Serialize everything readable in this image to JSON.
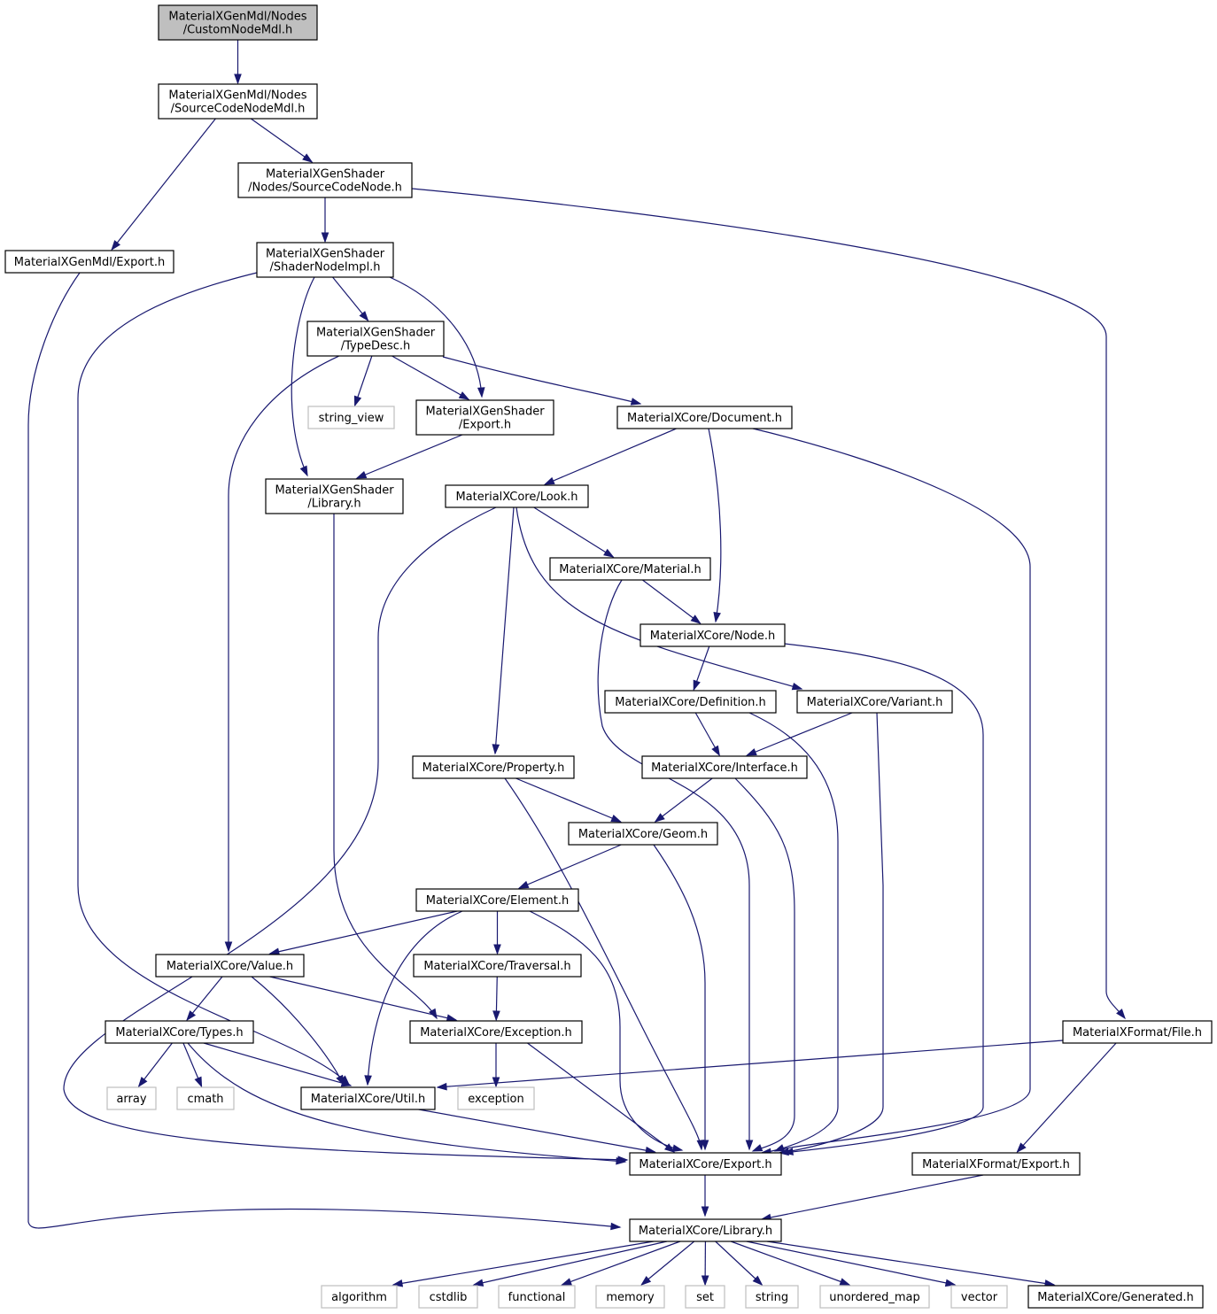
{
  "nodes": [
    {
      "id": "custom",
      "lines": [
        "MaterialXGenMdl/Nodes",
        "/CustomNodeMdl.h"
      ],
      "kind": "root"
    },
    {
      "id": "sourcemdl",
      "lines": [
        "MaterialXGenMdl/Nodes",
        "/SourceCodeNodeMdl.h"
      ],
      "kind": "local"
    },
    {
      "id": "sourcenode",
      "lines": [
        "MaterialXGenShader",
        "/Nodes/SourceCodeNode.h"
      ],
      "kind": "local"
    },
    {
      "id": "mdlexport",
      "lines": [
        "MaterialXGenMdl/Export.h"
      ],
      "kind": "local"
    },
    {
      "id": "shaderimpl",
      "lines": [
        "MaterialXGenShader",
        "/ShaderNodeImpl.h"
      ],
      "kind": "local"
    },
    {
      "id": "typedesc",
      "lines": [
        "MaterialXGenShader",
        "/TypeDesc.h"
      ],
      "kind": "local"
    },
    {
      "id": "string_view",
      "lines": [
        "string_view"
      ],
      "kind": "system"
    },
    {
      "id": "shexport",
      "lines": [
        "MaterialXGenShader",
        "/Export.h"
      ],
      "kind": "local"
    },
    {
      "id": "document",
      "lines": [
        "MaterialXCore/Document.h"
      ],
      "kind": "local"
    },
    {
      "id": "shlibrary",
      "lines": [
        "MaterialXGenShader",
        "/Library.h"
      ],
      "kind": "local"
    },
    {
      "id": "look",
      "lines": [
        "MaterialXCore/Look.h"
      ],
      "kind": "local"
    },
    {
      "id": "material",
      "lines": [
        "MaterialXCore/Material.h"
      ],
      "kind": "local"
    },
    {
      "id": "node",
      "lines": [
        "MaterialXCore/Node.h"
      ],
      "kind": "local"
    },
    {
      "id": "definition",
      "lines": [
        "MaterialXCore/Definition.h"
      ],
      "kind": "local"
    },
    {
      "id": "variant",
      "lines": [
        "MaterialXCore/Variant.h"
      ],
      "kind": "local"
    },
    {
      "id": "property",
      "lines": [
        "MaterialXCore/Property.h"
      ],
      "kind": "local"
    },
    {
      "id": "interface",
      "lines": [
        "MaterialXCore/Interface.h"
      ],
      "kind": "local"
    },
    {
      "id": "geom",
      "lines": [
        "MaterialXCore/Geom.h"
      ],
      "kind": "local"
    },
    {
      "id": "element",
      "lines": [
        "MaterialXCore/Element.h"
      ],
      "kind": "local"
    },
    {
      "id": "value",
      "lines": [
        "MaterialXCore/Value.h"
      ],
      "kind": "local"
    },
    {
      "id": "traversal",
      "lines": [
        "MaterialXCore/Traversal.h"
      ],
      "kind": "local"
    },
    {
      "id": "types",
      "lines": [
        "MaterialXCore/Types.h"
      ],
      "kind": "local"
    },
    {
      "id": "exception",
      "lines": [
        "MaterialXCore/Exception.h"
      ],
      "kind": "local"
    },
    {
      "id": "formatfile",
      "lines": [
        "MaterialXFormat/File.h"
      ],
      "kind": "local"
    },
    {
      "id": "array",
      "lines": [
        "array"
      ],
      "kind": "system"
    },
    {
      "id": "cmath",
      "lines": [
        "cmath"
      ],
      "kind": "system"
    },
    {
      "id": "util",
      "lines": [
        "MaterialXCore/Util.h"
      ],
      "kind": "local"
    },
    {
      "id": "exception_s",
      "lines": [
        "exception"
      ],
      "kind": "system"
    },
    {
      "id": "coreexport",
      "lines": [
        "MaterialXCore/Export.h"
      ],
      "kind": "local"
    },
    {
      "id": "formatexport",
      "lines": [
        "MaterialXFormat/Export.h"
      ],
      "kind": "local"
    },
    {
      "id": "corelibrary",
      "lines": [
        "MaterialXCore/Library.h"
      ],
      "kind": "local"
    },
    {
      "id": "algorithm",
      "lines": [
        "algorithm"
      ],
      "kind": "system"
    },
    {
      "id": "cstdlib",
      "lines": [
        "cstdlib"
      ],
      "kind": "system"
    },
    {
      "id": "functional",
      "lines": [
        "functional"
      ],
      "kind": "system"
    },
    {
      "id": "memory",
      "lines": [
        "memory"
      ],
      "kind": "system"
    },
    {
      "id": "set",
      "lines": [
        "set"
      ],
      "kind": "system"
    },
    {
      "id": "string",
      "lines": [
        "string"
      ],
      "kind": "system"
    },
    {
      "id": "unordered_map",
      "lines": [
        "unordered_map"
      ],
      "kind": "system"
    },
    {
      "id": "vector",
      "lines": [
        "vector"
      ],
      "kind": "system"
    },
    {
      "id": "generated",
      "lines": [
        "MaterialXCore/Generated.h"
      ],
      "kind": "local"
    }
  ],
  "edges": [
    [
      "custom",
      "sourcemdl"
    ],
    [
      "sourcemdl",
      "mdlexport"
    ],
    [
      "sourcemdl",
      "sourcenode"
    ],
    [
      "sourcenode",
      "shaderimpl"
    ],
    [
      "sourcenode",
      "formatfile"
    ],
    [
      "mdlexport",
      "corelibrary"
    ],
    [
      "shaderimpl",
      "typedesc"
    ],
    [
      "shaderimpl",
      "shexport"
    ],
    [
      "shaderimpl",
      "shlibrary"
    ],
    [
      "shaderimpl",
      "util"
    ],
    [
      "typedesc",
      "string_view"
    ],
    [
      "typedesc",
      "shexport"
    ],
    [
      "typedesc",
      "document"
    ],
    [
      "typedesc",
      "value"
    ],
    [
      "shexport",
      "shlibrary"
    ],
    [
      "shlibrary",
      "exception"
    ],
    [
      "document",
      "look"
    ],
    [
      "document",
      "node"
    ],
    [
      "document",
      "coreexport"
    ],
    [
      "look",
      "material"
    ],
    [
      "look",
      "variant"
    ],
    [
      "look",
      "property"
    ],
    [
      "look",
      "coreexport"
    ],
    [
      "material",
      "node"
    ],
    [
      "material",
      "coreexport"
    ],
    [
      "node",
      "definition"
    ],
    [
      "node",
      "coreexport"
    ],
    [
      "definition",
      "interface"
    ],
    [
      "definition",
      "coreexport"
    ],
    [
      "variant",
      "interface"
    ],
    [
      "variant",
      "coreexport"
    ],
    [
      "property",
      "geom"
    ],
    [
      "property",
      "coreexport"
    ],
    [
      "interface",
      "geom"
    ],
    [
      "interface",
      "coreexport"
    ],
    [
      "geom",
      "element"
    ],
    [
      "geom",
      "coreexport"
    ],
    [
      "element",
      "value"
    ],
    [
      "element",
      "traversal"
    ],
    [
      "element",
      "util"
    ],
    [
      "element",
      "coreexport"
    ],
    [
      "traversal",
      "exception"
    ],
    [
      "value",
      "types"
    ],
    [
      "value",
      "exception"
    ],
    [
      "value",
      "util"
    ],
    [
      "types",
      "array"
    ],
    [
      "types",
      "cmath"
    ],
    [
      "types",
      "util"
    ],
    [
      "types",
      "coreexport"
    ],
    [
      "exception",
      "exception_s"
    ],
    [
      "exception",
      "coreexport"
    ],
    [
      "formatfile",
      "util"
    ],
    [
      "formatfile",
      "formatexport"
    ],
    [
      "util",
      "coreexport"
    ],
    [
      "formatexport",
      "corelibrary"
    ],
    [
      "coreexport",
      "corelibrary"
    ],
    [
      "corelibrary",
      "algorithm"
    ],
    [
      "corelibrary",
      "cstdlib"
    ],
    [
      "corelibrary",
      "functional"
    ],
    [
      "corelibrary",
      "memory"
    ],
    [
      "corelibrary",
      "set"
    ],
    [
      "corelibrary",
      "string"
    ],
    [
      "corelibrary",
      "unordered_map"
    ],
    [
      "corelibrary",
      "vector"
    ],
    [
      "corelibrary",
      "generated"
    ]
  ]
}
